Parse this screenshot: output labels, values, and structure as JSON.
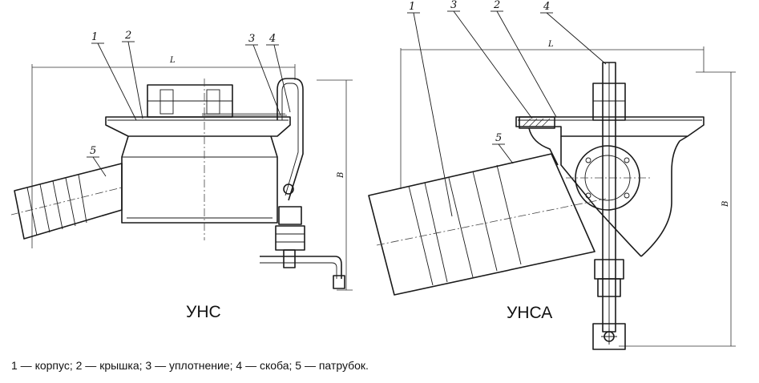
{
  "left_view": {
    "title": "УНС",
    "callouts": [
      "1",
      "2",
      "3",
      "4",
      "5"
    ],
    "dimension_length": "L",
    "dimension_height": "B"
  },
  "right_view": {
    "title": "УНСА",
    "callouts": [
      "1",
      "3",
      "2",
      "4",
      "5"
    ],
    "dimension_length": "L",
    "dimension_height": "B"
  },
  "caption": "1 — корпус; 2 — крышка; 3 — уплотнение; 4 — скоба; 5 — патрубок."
}
